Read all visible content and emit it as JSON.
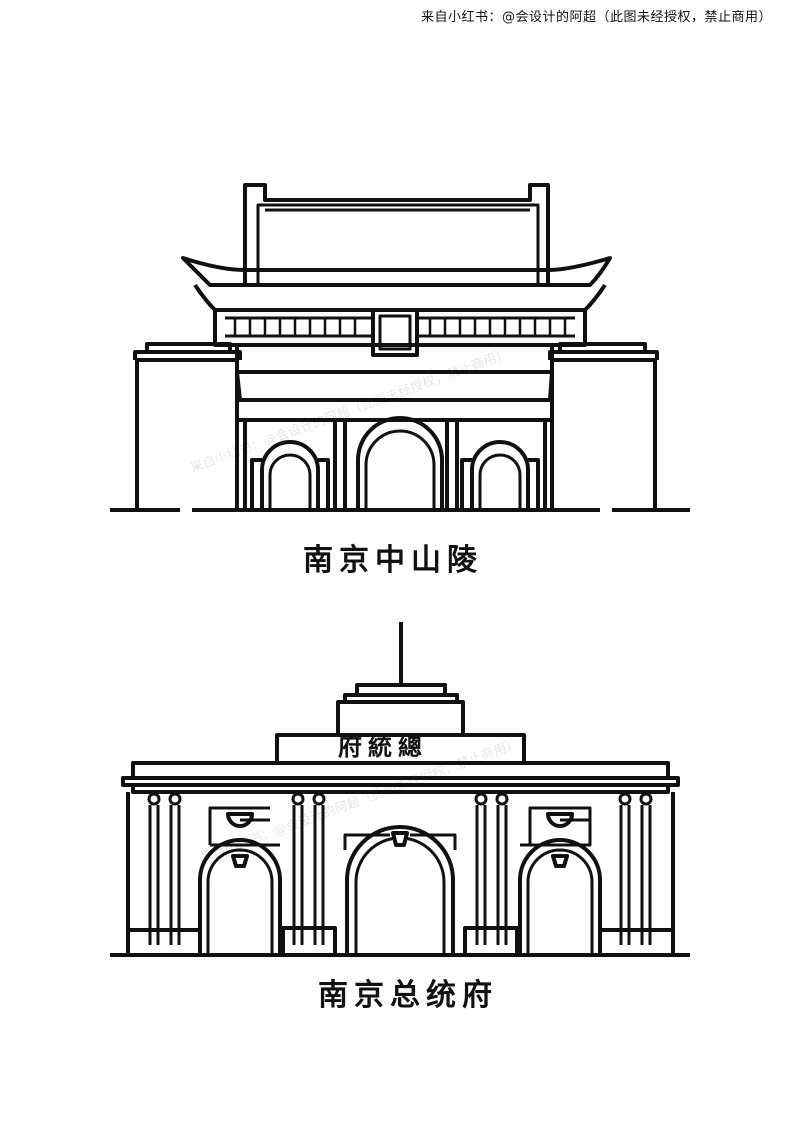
{
  "credit": "来自小红书：@会设计的阿超（此图未经授权，禁止商用）",
  "watermark": "来自小红书：@会设计的阿超（此图未经授权，禁止商用）",
  "illustrations": [
    {
      "caption": "南京中山陵"
    },
    {
      "caption": "南京总统府",
      "sign_text": "府統總"
    }
  ],
  "colors": {
    "line": "#111111",
    "background": "#ffffff"
  }
}
